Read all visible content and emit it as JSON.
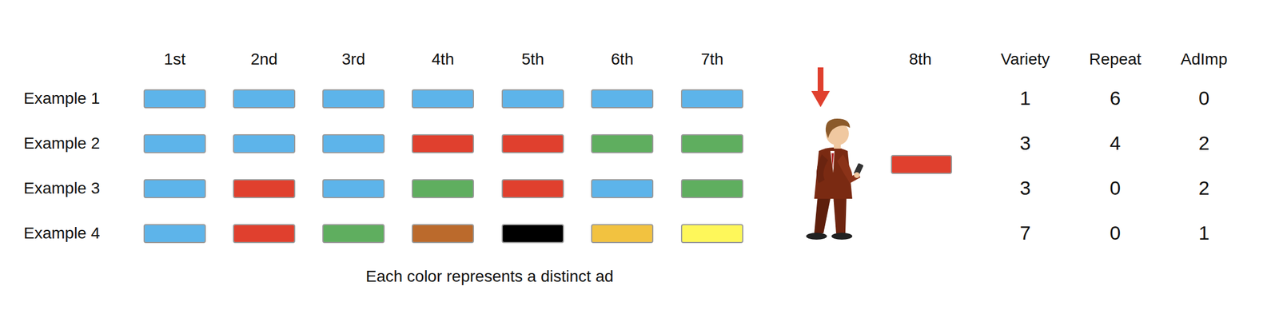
{
  "diagram": {
    "labels": [
      "1st",
      "2nd",
      "3rd",
      "4th",
      "5th",
      "6th",
      "7th",
      "8th",
      "Variety",
      "Repeat",
      "AdImp",
      "Example 1",
      "1",
      "6",
      "0",
      "Example 2",
      "3",
      "4",
      "2",
      "Example 3",
      "3",
      "0",
      "2",
      "Example 4",
      "7",
      "0",
      "1",
      "Each color represents a distinct ad"
    ]
  }
}
